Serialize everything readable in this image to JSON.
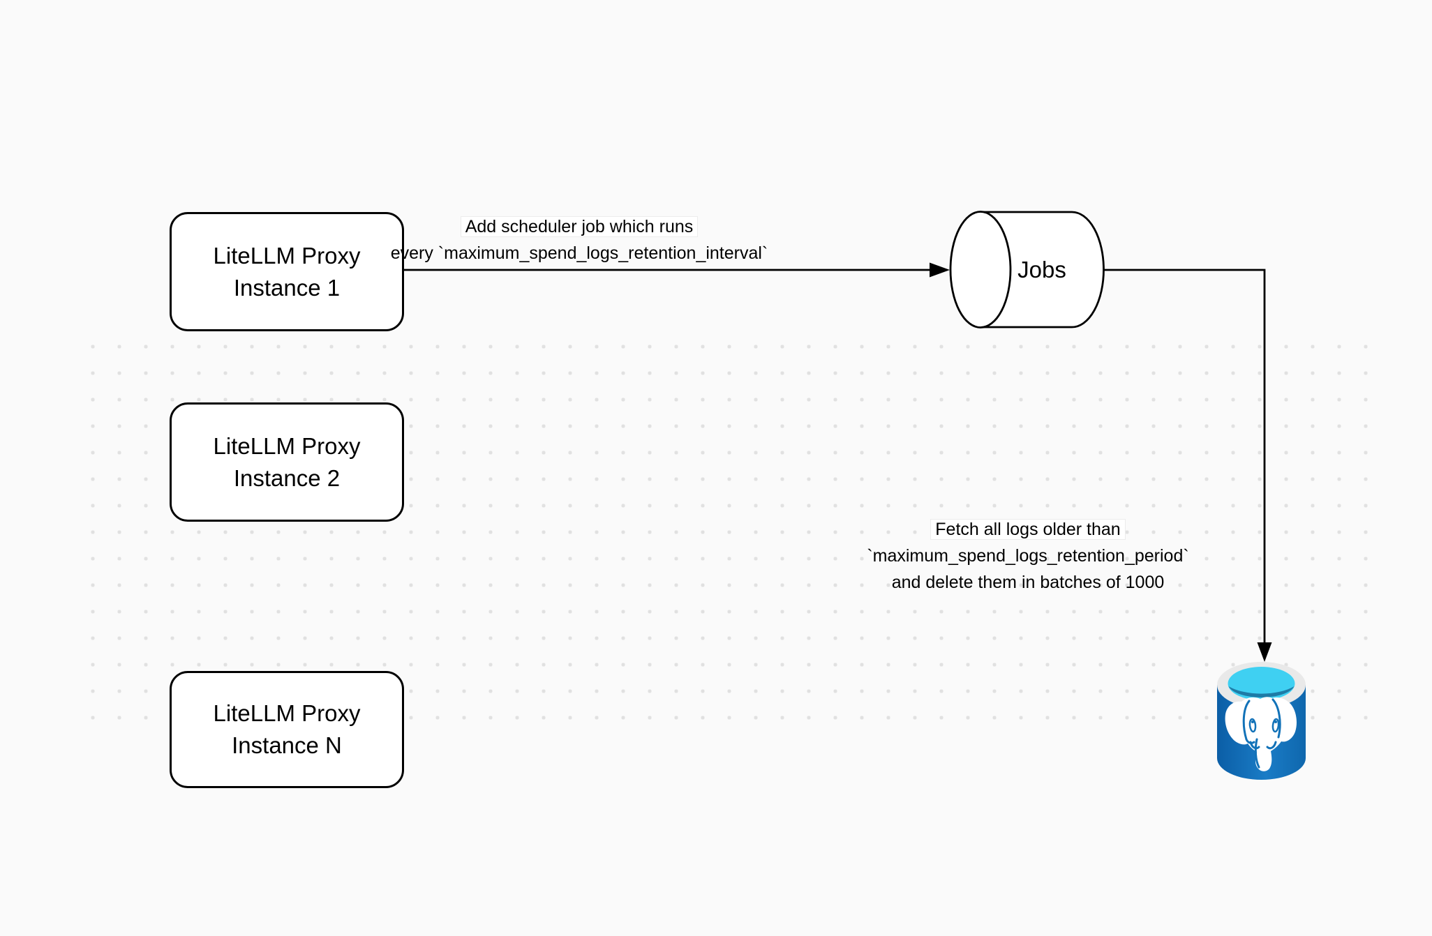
{
  "nodes": {
    "instance1": {
      "label_line1": "LiteLLM Proxy",
      "label_line2": "Instance 1"
    },
    "instance2": {
      "label_line1": "LiteLLM Proxy",
      "label_line2": "Instance 2"
    },
    "instanceN": {
      "label_line1": "LiteLLM Proxy",
      "label_line2": "Instance N"
    },
    "jobs": {
      "label": "Jobs"
    },
    "postgres": {
      "icon": "postgresql-database-icon"
    }
  },
  "edges": {
    "add_scheduler": {
      "label_line1": "Add scheduler job which runs",
      "label_line2": "every `maximum_spend_logs_retention_interval`"
    },
    "fetch_delete": {
      "label_line1": "Fetch all logs older than",
      "label_line2": "`maximum_spend_logs_retention_period`",
      "label_line3": "and delete them in batches of 1000"
    }
  },
  "colors": {
    "canvas-bg": "#fafafa",
    "node-fill": "#ffffff",
    "node-stroke": "#000000",
    "text": "#000000",
    "dot": "#e1e1e1",
    "pg-blue": "#1272b8",
    "pg-rim": "#e9e9e9",
    "pg-cyan": "#3fd0f2",
    "pg-teal": "#1e7ba6"
  }
}
